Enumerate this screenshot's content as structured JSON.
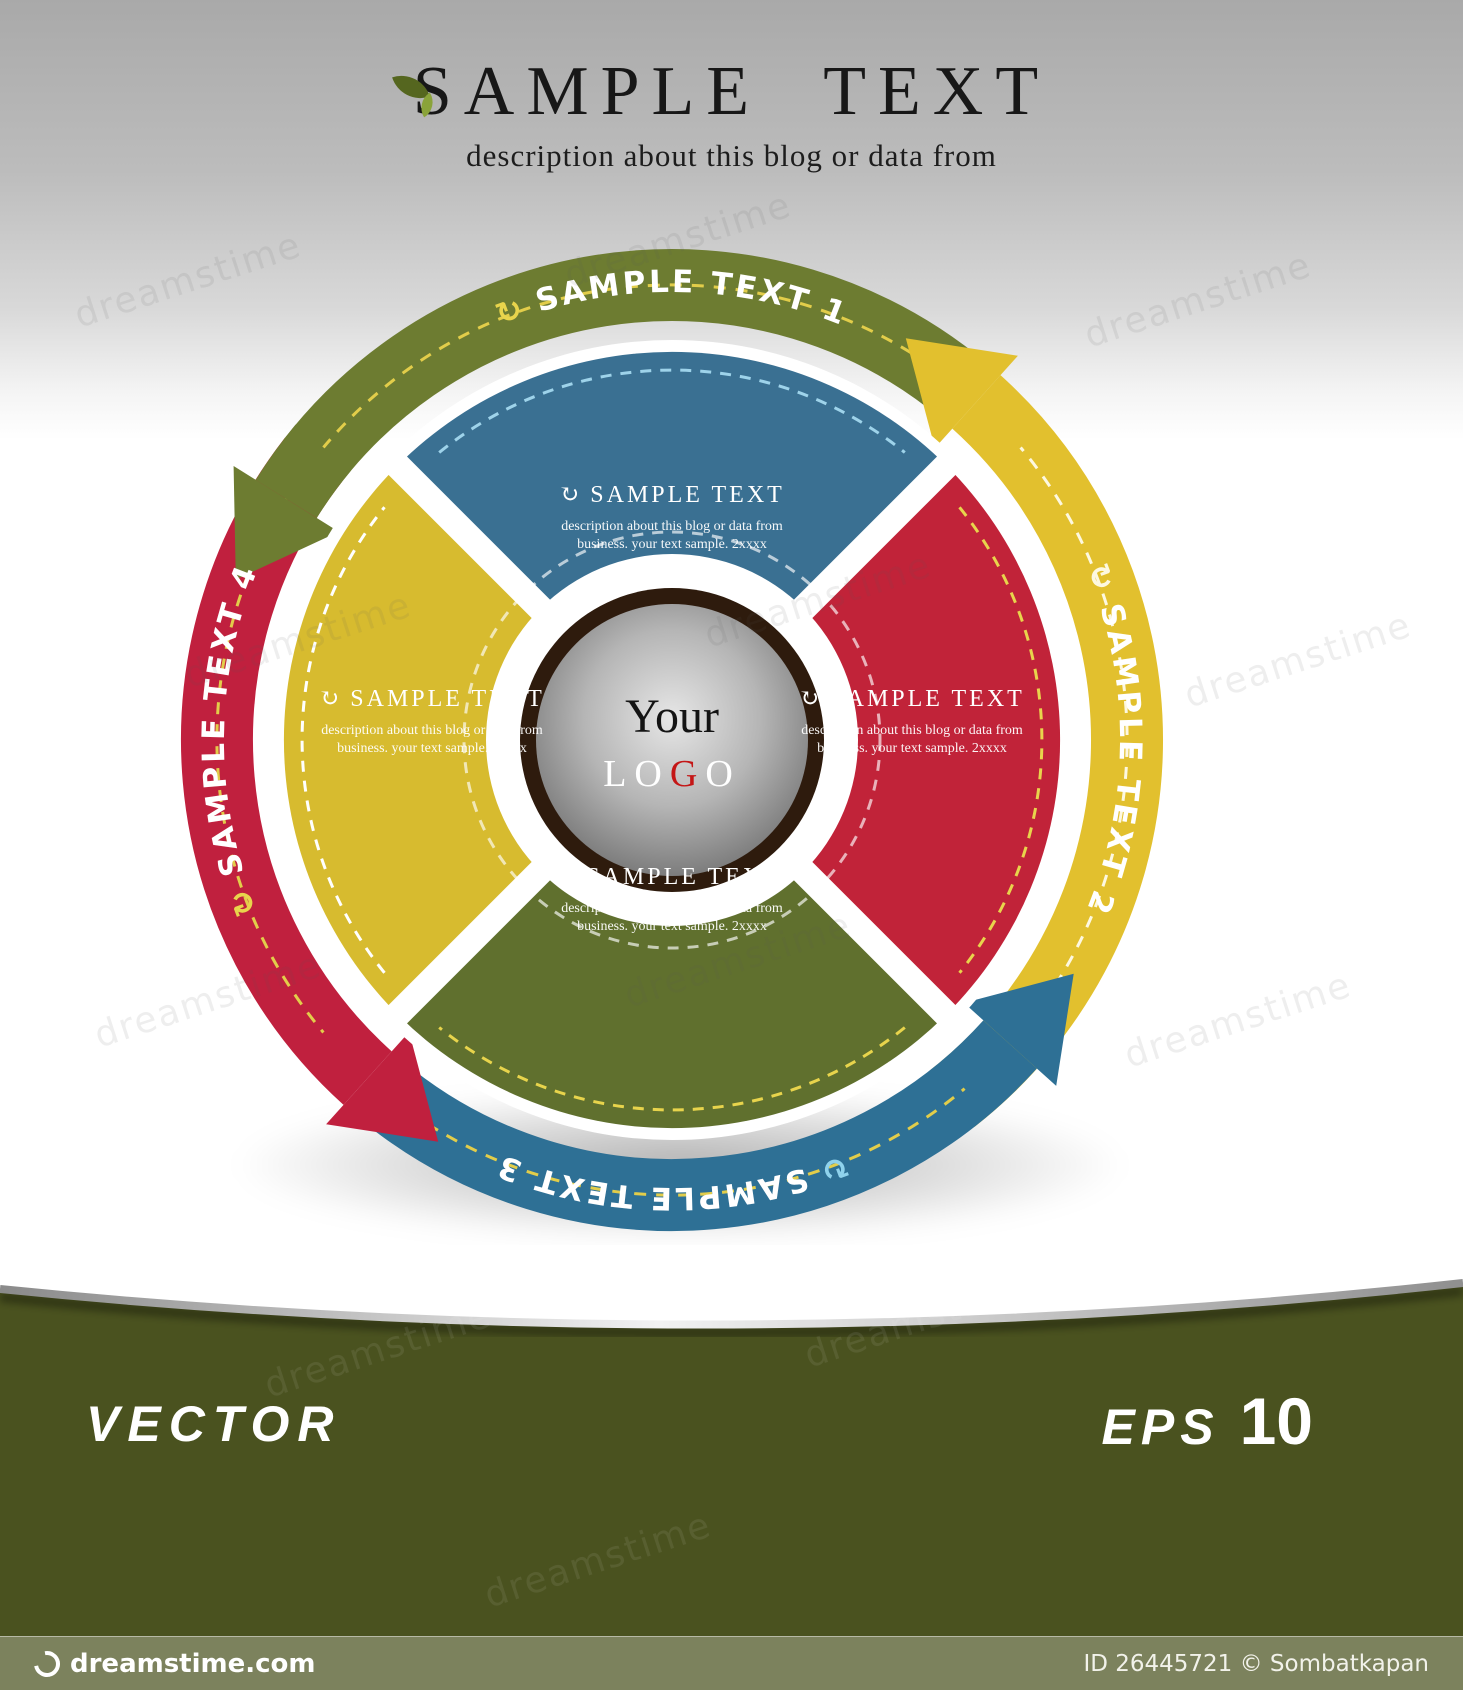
{
  "header": {
    "title": "SAMPLE  TEXT",
    "subtitle": "description about this blog or data from"
  },
  "center": {
    "line1": "Your",
    "logo_l": "LO",
    "logo_g": "G",
    "logo_o": "O",
    "ring_color": "#2e1b0d"
  },
  "quadrants": [
    {
      "position": "top",
      "icon": "↻",
      "title": "SAMPLE  TEXT",
      "desc1": "description about this blog or data from",
      "desc2": "business.  your text sample. 2xxxx",
      "color": "#3a7092",
      "stitch": "#9ed3ea"
    },
    {
      "position": "right",
      "icon": "↻",
      "title": "SAMPLE  TEXT",
      "desc1": "description about this blog or data from",
      "desc2": "business.  your text sample. 2xxxx",
      "color": "#c12339",
      "stitch": "#e8d44c"
    },
    {
      "position": "bottom",
      "icon": "↑",
      "title": "SAMPLE  TEXT",
      "desc1": "description about this blog or data from",
      "desc2": "business.  your text sample. 2xxxx",
      "color": "#60702e",
      "stitch": "#e8d44c"
    },
    {
      "position": "left",
      "icon": "↻",
      "title": "SAMPLE  TEXT",
      "desc1": "description about this blog or data from",
      "desc2": "business.  your text sample. 2xxxx",
      "color": "#d7bb2f",
      "stitch": "#ffffff"
    }
  ],
  "arrows": [
    {
      "label": "SAMPLE TEXT 1",
      "icon": "↻",
      "color": "#6d7c31",
      "stitch": "#e2cd4a",
      "icon_color": "#e8d44c"
    },
    {
      "label": "SAMPLE TEXT 2",
      "icon": "↻",
      "color": "#e2c02e",
      "stitch": "#fdf8e0",
      "icon_color": "#fdf8e0"
    },
    {
      "label": "SAMPLE TEXT 3",
      "icon": "↻",
      "color": "#2e7095",
      "stitch": "#e2cd4a",
      "icon_color": "#8fd2ec"
    },
    {
      "label": "SAMPLE TEXT 4",
      "icon": "↻",
      "color": "#c0203e",
      "stitch": "#e2cd4a",
      "icon_color": "#e8d44c"
    }
  ],
  "footer": {
    "left": "VECTOR",
    "eps": "EPS",
    "num": "10",
    "band_color": "#4a521f"
  },
  "credits": {
    "site": "dreamstime.com",
    "id_line": "ID 26445721 © Sombatkapan"
  },
  "watermark": {
    "text": "dreamstime"
  }
}
